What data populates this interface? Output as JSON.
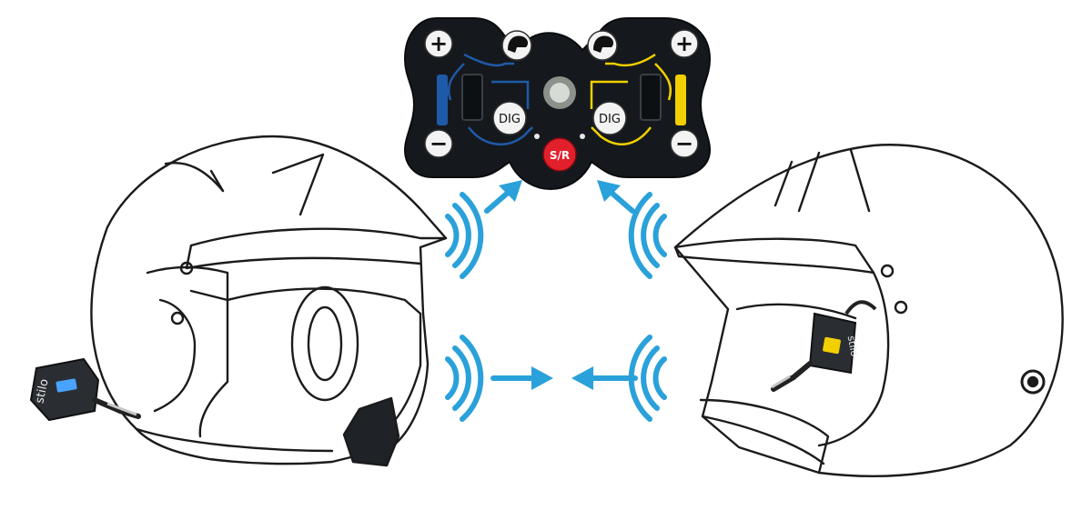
{
  "controller": {
    "plus_symbol": "+",
    "minus_symbol": "−",
    "dig_label": "DIG",
    "sr_label": "S/R",
    "left_channel_color": "#1f5aa8",
    "right_channel_color": "#f2d000",
    "body_color": "#15191e",
    "sr_button_color": "#e2202c",
    "center_led_color": "#d7dbd6"
  },
  "headset_brand": "stilo",
  "colors": {
    "signal": "#2aa1da",
    "line_art": "#1b1b1b",
    "device": "#2a2e33"
  },
  "icons": {
    "wireless": "wireless-signal-icon",
    "arrow": "arrow-icon",
    "helmet": "helmet-icon"
  }
}
